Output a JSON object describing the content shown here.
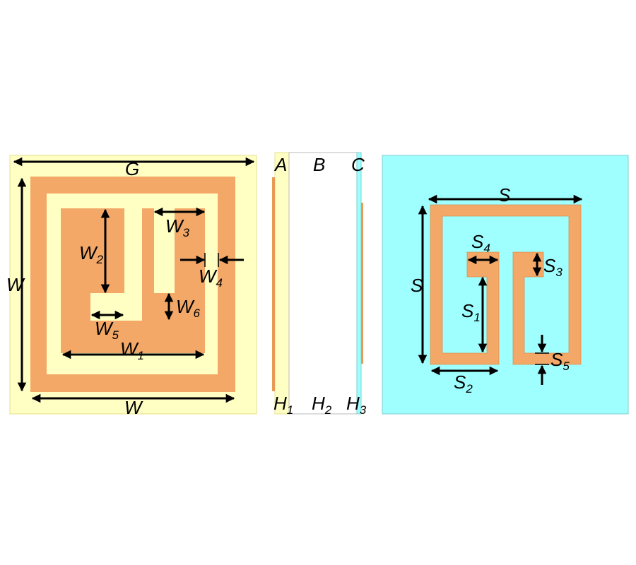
{
  "colors": {
    "substrate_yellow": "#FFFFC4",
    "metal_orange": "#F3A868",
    "substrate_cyan": "#9FFFFF",
    "edge_orange": "#D9A76A",
    "edge_cyan": "#7FCFD0",
    "arrow": "#000000"
  },
  "front_view": {
    "labels": [
      {
        "main": "G",
        "sub": ""
      },
      {
        "main": "W",
        "sub": ""
      },
      {
        "main": "W",
        "sub": ""
      },
      {
        "main": "W",
        "sub": "1"
      },
      {
        "main": "W",
        "sub": "2"
      },
      {
        "main": "W",
        "sub": "3"
      },
      {
        "main": "W",
        "sub": "4"
      },
      {
        "main": "W",
        "sub": "5"
      },
      {
        "main": "W",
        "sub": "6"
      }
    ]
  },
  "side_view": {
    "labels": [
      {
        "main": "A",
        "sub": ""
      },
      {
        "main": "B",
        "sub": ""
      },
      {
        "main": "C",
        "sub": ""
      },
      {
        "main": "H",
        "sub": "1"
      },
      {
        "main": "H",
        "sub": "2"
      },
      {
        "main": "H",
        "sub": "3"
      }
    ]
  },
  "back_view": {
    "labels": [
      {
        "main": "S",
        "sub": ""
      },
      {
        "main": "S",
        "sub": ""
      },
      {
        "main": "S",
        "sub": "1"
      },
      {
        "main": "S",
        "sub": "2"
      },
      {
        "main": "S",
        "sub": "3"
      },
      {
        "main": "S",
        "sub": "4"
      },
      {
        "main": "S",
        "sub": "5"
      }
    ]
  }
}
